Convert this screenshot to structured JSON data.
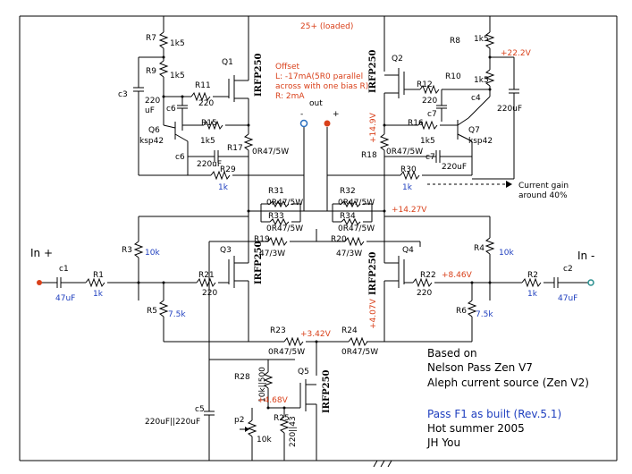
{
  "title_supply": "25+ (loaded)",
  "offset_note": [
    "Offset",
    "L: -17mA(5R0 parallel",
    "across with one bias R)",
    "R: 2mA"
  ],
  "out_label": "out",
  "out_minus": "-",
  "out_plus": "+",
  "in_plus": "In +",
  "in_minus": "In -",
  "components": {
    "R7": "R7",
    "R7v": "1k5",
    "R9": "R9",
    "R9v": "1k5",
    "R11": "R11",
    "R11v": "220",
    "R15": "R15",
    "R15v": "1k5",
    "R17": "R17",
    "R17v": "0R47/5W",
    "R29": "R29",
    "R29v": "1k",
    "R8": "R8",
    "R8v": "1k5",
    "R10": "R10",
    "R10v": "1k5",
    "R12": "R12",
    "R12v": "220",
    "R16": "R16",
    "R16v": "1k5",
    "R18": "R18",
    "R18v": "0R47/5W",
    "R30": "R30",
    "R30v": "1k",
    "R31": "R31",
    "R31v": "0R47/5W",
    "R32": "R32",
    "R32v": "0R47/5W",
    "R33": "R33",
    "R33v": "0R47/5W",
    "R34": "R34",
    "R34v": "0R47/5W",
    "R19": "R19",
    "R19v": "47/3W",
    "R20": "R20",
    "R20v": "47/3W",
    "R3": "R3",
    "R3v": "10k",
    "R4": "R4",
    "R4v": "10k",
    "R1": "R1",
    "R1v": "1k",
    "R2": "R2",
    "R2v": "1k",
    "R21": "R21",
    "R21v": "220",
    "R22": "R22",
    "R22v": "220",
    "R5": "R5",
    "R5v": "7.5k",
    "R6": "R6",
    "R6v": "7.5k",
    "R23": "R23",
    "R23v": "0R47/5W",
    "R24": "R24",
    "R24v": "0R47/5W",
    "R28": "R28",
    "R28v": "10k||500",
    "R25": "R25",
    "R25v": "220||43",
    "p2": "p2",
    "p2v": "10k",
    "c1": "c1",
    "c1v": "47uF",
    "c2": "c2",
    "c2v": "47uF",
    "c3": "c3",
    "c3v1": "220",
    "c3v2": "uF",
    "c4": "c4",
    "c4v": "220uF",
    "c5": "c5",
    "c5v": "220uF||220uF",
    "c6a": "c6",
    "c6b": "c6",
    "c6bv": "220uF",
    "c7a": "c7",
    "c7b": "c7",
    "c7bv": "220uF",
    "Q1": "Q1",
    "Q2": "Q2",
    "Q3": "Q3",
    "Q4": "Q4",
    "Q5": "Q5",
    "Q6": "Q6",
    "Q6v": "ksp42",
    "Q7": "Q7",
    "Q7v": "ksp42",
    "irfp": "IRFP250"
  },
  "voltages": {
    "v222": "+22.2V",
    "v149": "+14.9V",
    "v1427": "+14.27V",
    "v846": "+8.46V",
    "v407": "+4.07V",
    "v342": "+3.42V",
    "v468": "+4.68V"
  },
  "current_gain": [
    "Current gain",
    "around 40%"
  ],
  "credits": [
    "Based on",
    "Nelson Pass Zen V7",
    "Aleph current source (Zen V2)"
  ],
  "credits_blue": "Pass F1 as built (Rev.5.1)",
  "credits_end": [
    "Hot summer 2005",
    "JH You"
  ]
}
